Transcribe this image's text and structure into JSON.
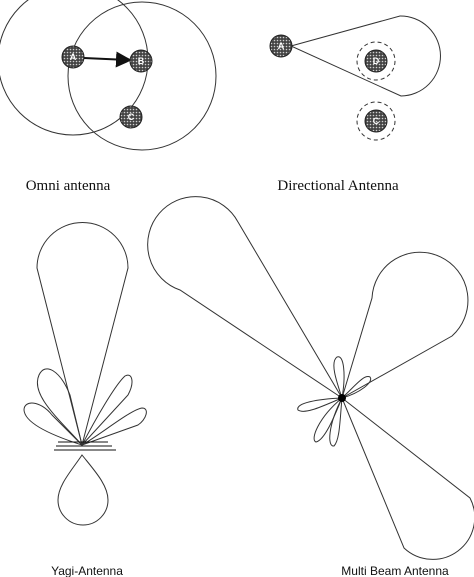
{
  "panels": {
    "omni": {
      "caption": "Omni antenna",
      "nodes": [
        {
          "label": "A"
        },
        {
          "label": "B"
        },
        {
          "label": "C"
        }
      ]
    },
    "directional": {
      "caption": "Directional Antenna",
      "nodes": [
        {
          "label": "A"
        },
        {
          "label": "D"
        },
        {
          "label": "C"
        }
      ]
    },
    "yagi": {
      "caption": "Yagi-Antenna"
    },
    "multibeam": {
      "caption": "Multi Beam Antenna"
    }
  }
}
